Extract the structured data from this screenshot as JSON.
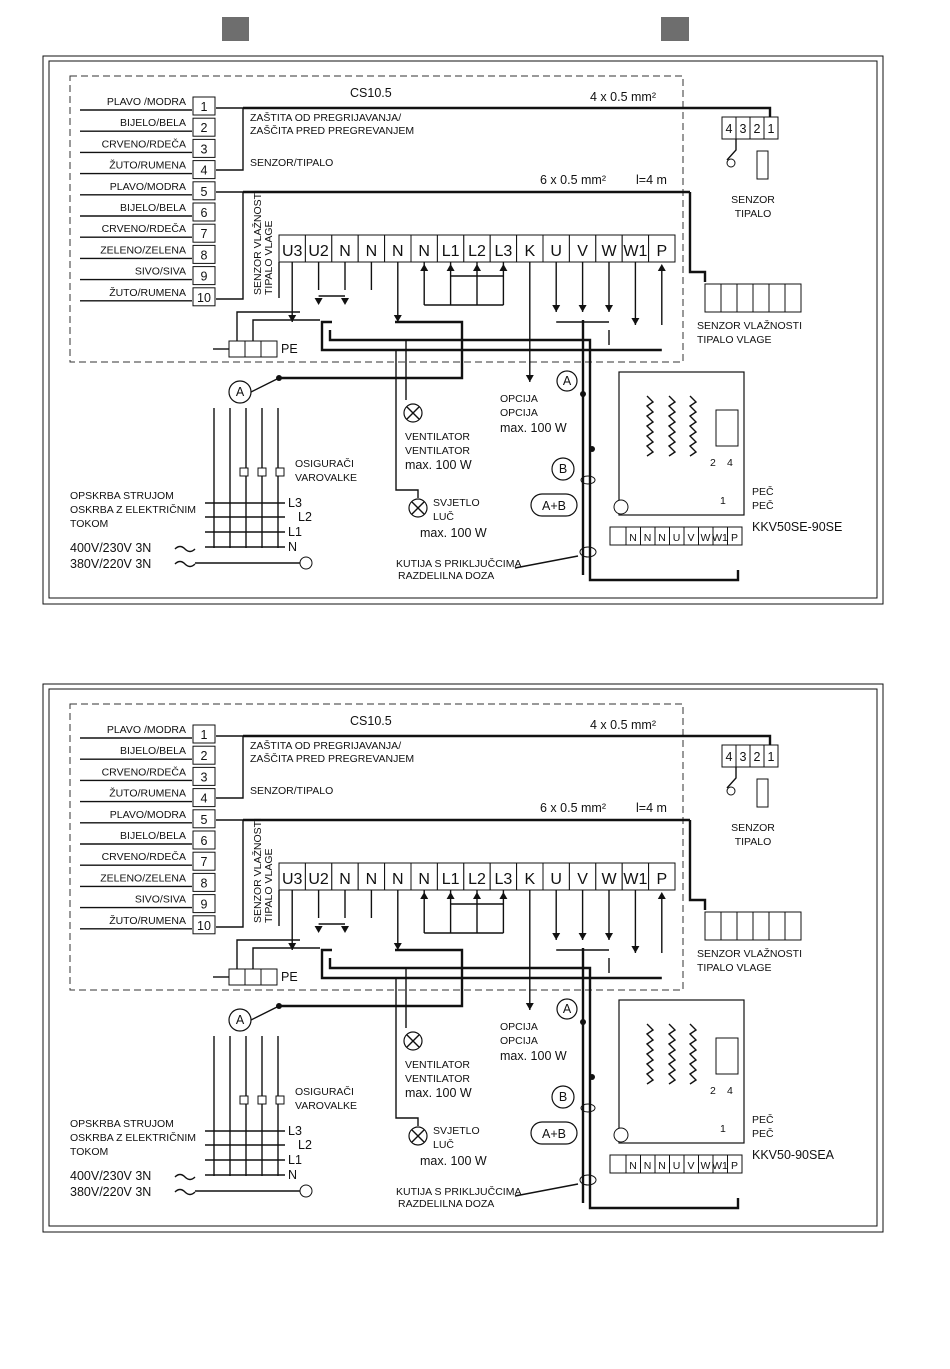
{
  "header_marks": [
    {
      "color": "#6e6e6e"
    },
    {
      "color": "#6e6e6e"
    }
  ],
  "diagrams": [
    {
      "unit": "CS10.5",
      "cable_4": "4 x 0.5 mm²",
      "cable_6": "6 x 0.5 mm²",
      "cable_len": "l=4 m",
      "wire_colors": [
        "PLAVO /MODRA",
        "BIJELO/BELA",
        "CRVENO/RDEČA",
        "ŽUTO/RUMENA",
        "PLAVO/MODRA",
        "BIJELO/BELA",
        "CRVENO/RDEČA",
        "ZELENO/ZELENA",
        "SIVO/SIVA",
        "ŽUTO/RUMENA"
      ],
      "wire_nums": [
        "1",
        "2",
        "3",
        "4",
        "5",
        "6",
        "7",
        "8",
        "9",
        "10"
      ],
      "protect_1": "ZAŠTITA OD PREGRIJAVANJA/",
      "protect_2": "ZAŠČITA PRED PREGREVANJEM",
      "sensor_label": "SENZOR/TIPALO",
      "humidity_vert_1": "SENZOR VLAŽNOSTI",
      "humidity_vert_2": "TIPALO VLAGE",
      "terminals": [
        "U3",
        "U2",
        "N",
        "N",
        "N",
        "N",
        "L1",
        "L2",
        "L3",
        "K",
        "U",
        "V",
        "W",
        "W1",
        "P"
      ],
      "sensor_pins": [
        "4",
        "3",
        "2",
        "1"
      ],
      "sensor_1": "SENZOR",
      "sensor_2": "TIPALO",
      "humidity_1": "SENZOR VLAŽNOSTI",
      "humidity_2": "TIPALO VLAGE",
      "pe": "PE",
      "node_a": "A",
      "node_b": "B",
      "node_ab": "A+B",
      "fuses_1": "OSIGURAČI",
      "fuses_2": "VAROVALKE",
      "ventilator_1": "VENTILATOR",
      "ventilator_2": "VENTILATOR",
      "ventilator_max": "max. 100 W",
      "light_1": "SVJETLO",
      "light_2": "LUČ",
      "light_max": "max. 100 W",
      "option_1": "OPCIJA",
      "option_2": "OPCIJA",
      "option_max": "max. 100 W",
      "supply_1": "OPSKRBA STRUJOM",
      "supply_2": "OSKRBA Z ELEKTRIČNIM",
      "supply_3": "TOKOM",
      "volt_1": "400V/230V 3N",
      "volt_2": "380V/220V 3N",
      "phases": [
        "L3",
        "L2",
        "L1",
        "N"
      ],
      "junction_1": "KUTIJA S PRIKLJUČCIMA",
      "junction_2": "RAZDELILNA DOZA",
      "stove_1": "PEČ",
      "stove_2": "PEČ",
      "model": "KKV50SE-90SE",
      "stove_terms": [
        "N",
        "N",
        "N",
        "U",
        "V",
        "W",
        "W1",
        "P"
      ],
      "relay_pins": [
        "2",
        "4",
        "1"
      ]
    },
    {
      "unit": "CS10.5",
      "cable_4": "4 x 0.5 mm²",
      "cable_6": "6 x 0.5 mm²",
      "cable_len": "l=4 m",
      "wire_colors": [
        "PLAVO /MODRA",
        "BIJELO/BELA",
        "CRVENO/RDEČA",
        "ŽUTO/RUMENA",
        "PLAVO/MODRA",
        "BIJELO/BELA",
        "CRVENO/RDEČA",
        "ZELENO/ZELENA",
        "SIVO/SIVA",
        "ŽUTO/RUMENA"
      ],
      "wire_nums": [
        "1",
        "2",
        "3",
        "4",
        "5",
        "6",
        "7",
        "8",
        "9",
        "10"
      ],
      "protect_1": "ZAŠTITA OD PREGRIJAVANJA/",
      "protect_2": "ZAŠČITA PRED PREGREVANJEM",
      "sensor_label": "SENZOR/TIPALO",
      "humidity_vert_1": "SENZOR VLAŽNOSTI",
      "humidity_vert_2": "TIPALO VLAGE",
      "terminals": [
        "U3",
        "U2",
        "N",
        "N",
        "N",
        "N",
        "L1",
        "L2",
        "L3",
        "K",
        "U",
        "V",
        "W",
        "W1",
        "P"
      ],
      "sensor_pins": [
        "4",
        "3",
        "2",
        "1"
      ],
      "sensor_1": "SENZOR",
      "sensor_2": "TIPALO",
      "humidity_1": "SENZOR VLAŽNOSTI",
      "humidity_2": "TIPALO VLAGE",
      "pe": "PE",
      "node_a": "A",
      "node_b": "B",
      "node_ab": "A+B",
      "fuses_1": "OSIGURAČI",
      "fuses_2": "VAROVALKE",
      "ventilator_1": "VENTILATOR",
      "ventilator_2": "VENTILATOR",
      "ventilator_max": "max. 100 W",
      "light_1": "SVJETLO",
      "light_2": "LUČ",
      "light_max": "max. 100 W",
      "option_1": "OPCIJA",
      "option_2": "OPCIJA",
      "option_max": "max. 100 W",
      "supply_1": "OPSKRBA STRUJOM",
      "supply_2": "OSKRBA Z ELEKTRIČNIM",
      "supply_3": "TOKOM",
      "volt_1": "400V/230V 3N",
      "volt_2": "380V/220V 3N",
      "phases": [
        "L3",
        "L2",
        "L1",
        "N"
      ],
      "junction_1": "KUTIJA S PRIKLJUČCIMA",
      "junction_2": "RAZDELILNA DOZA",
      "stove_1": "PEČ",
      "stove_2": "PEČ",
      "model": "KKV50-90SEA",
      "stove_terms": [
        "N",
        "N",
        "N",
        "U",
        "V",
        "W",
        "W1",
        "P"
      ],
      "relay_pins": [
        "2",
        "4",
        "1"
      ]
    }
  ]
}
